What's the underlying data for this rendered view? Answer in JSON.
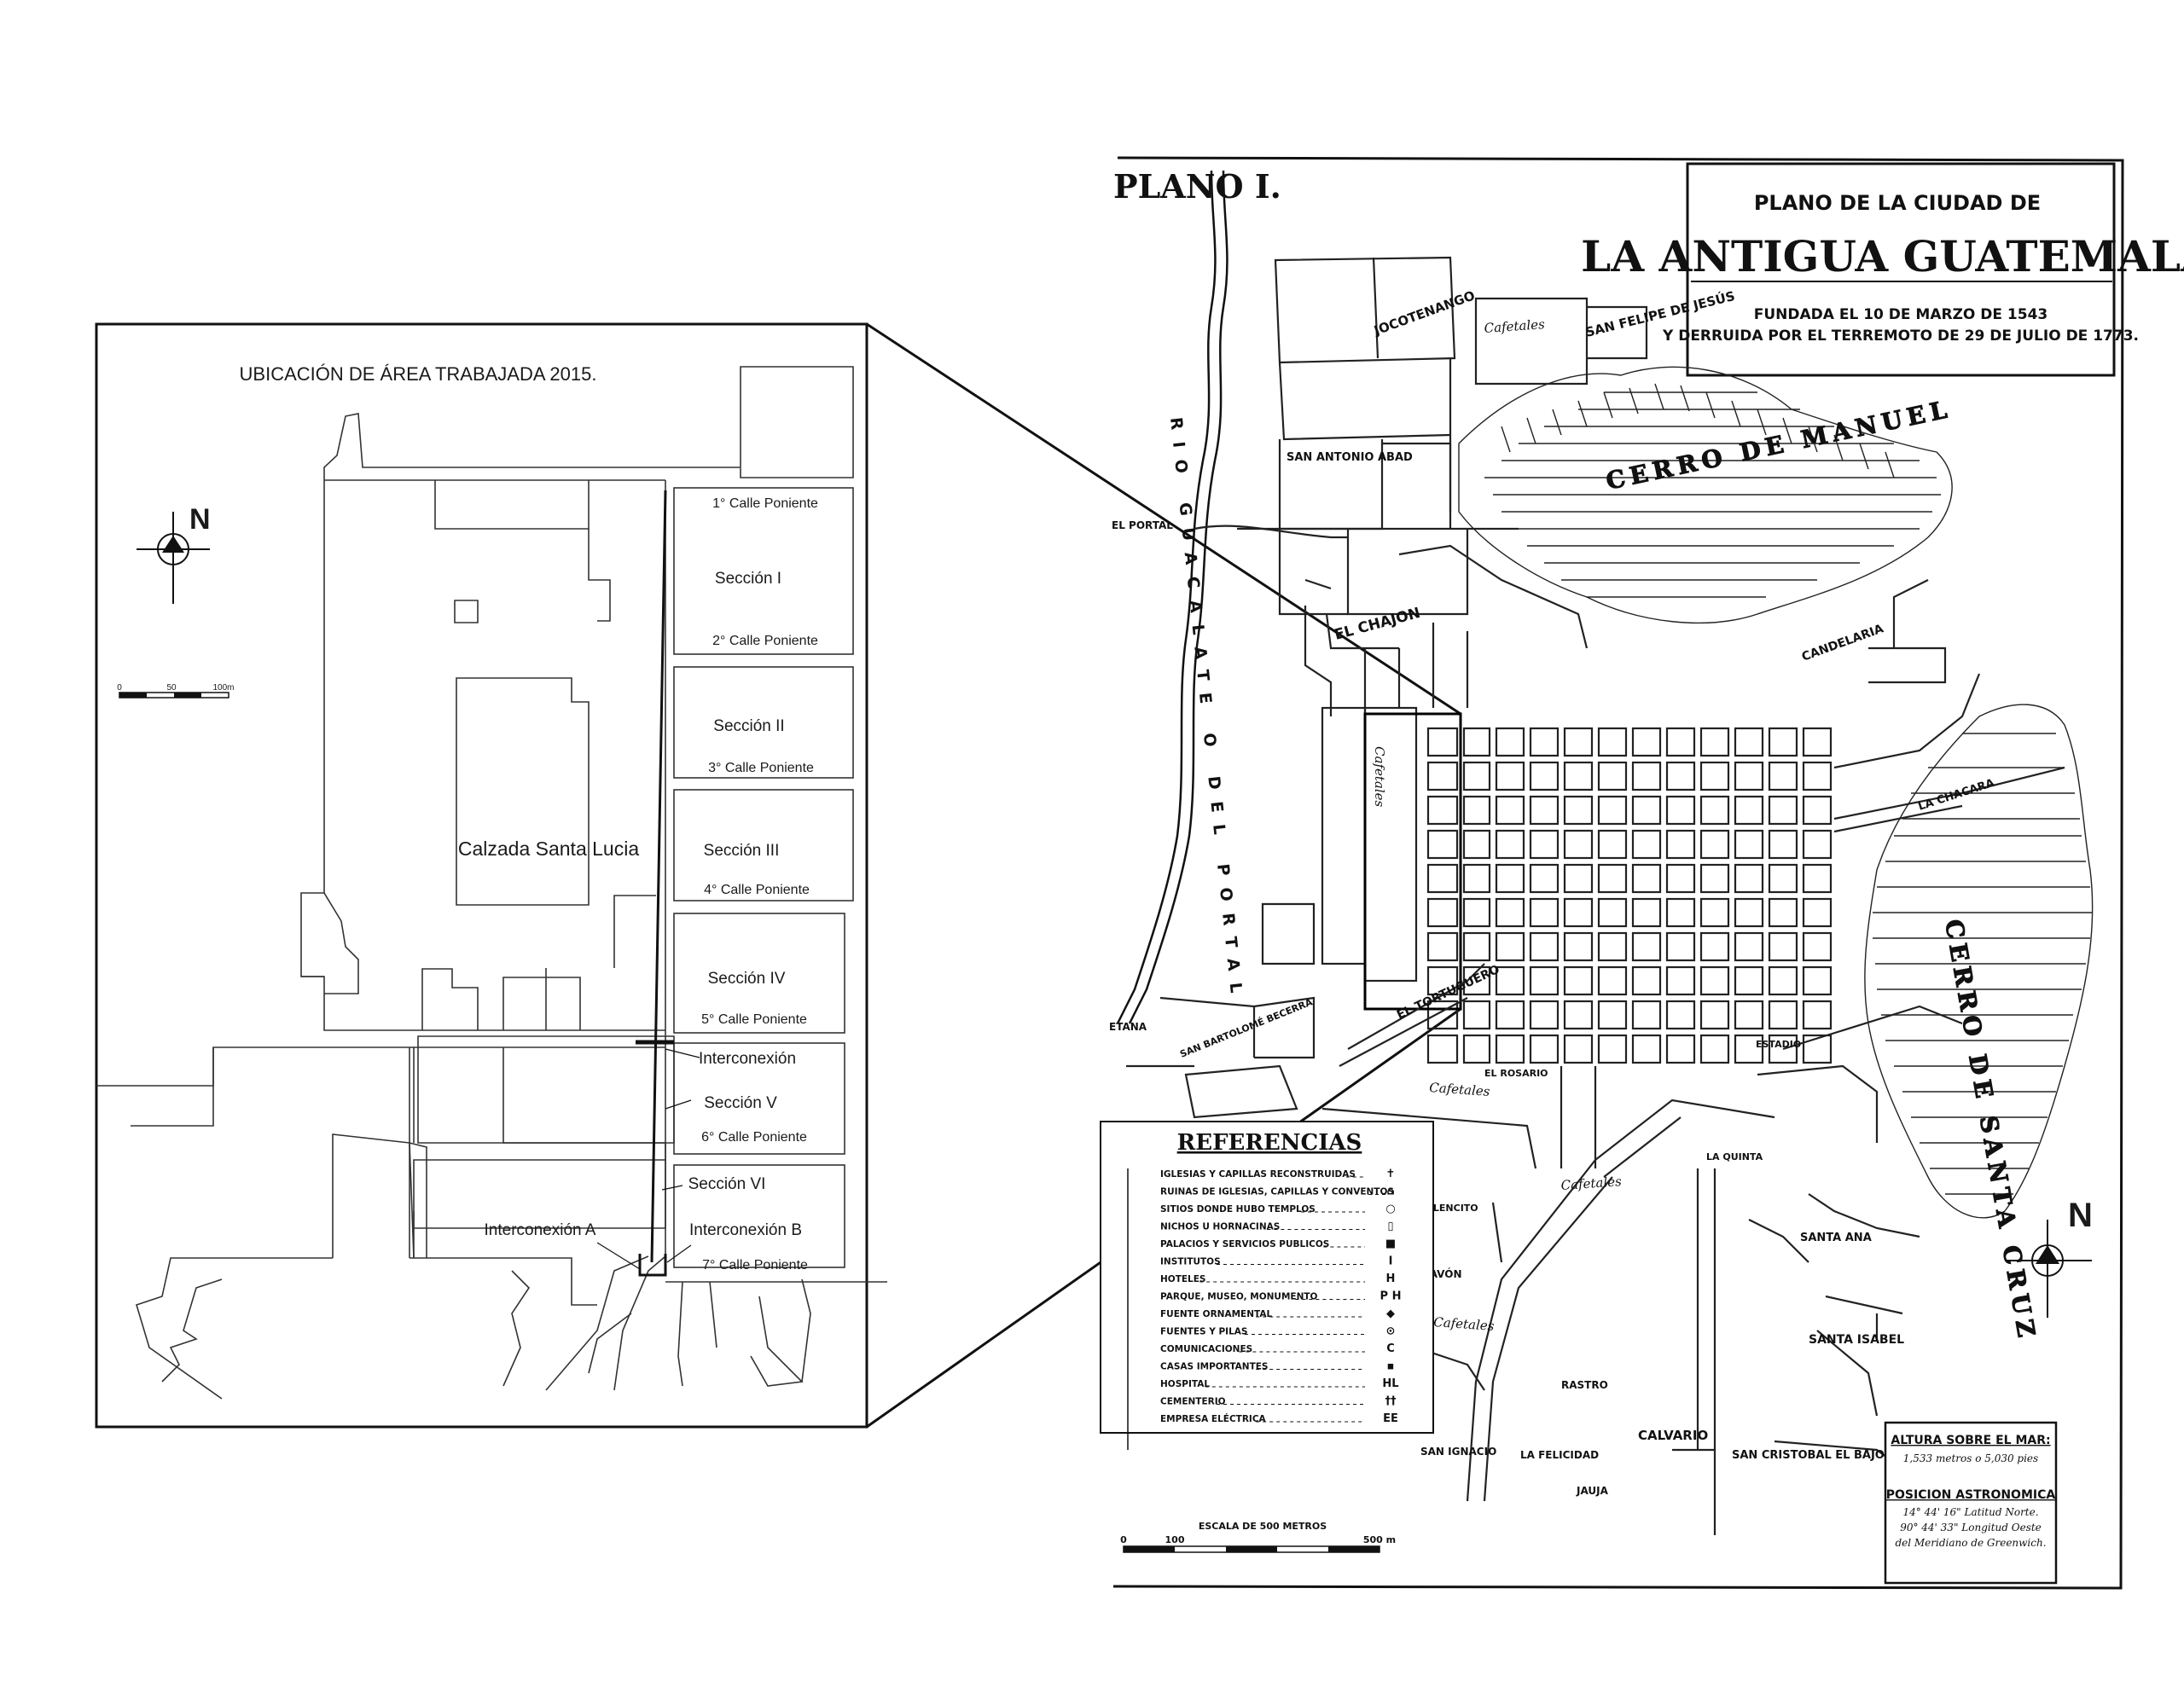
{
  "inset": {
    "title": "UBICACIÓN DE ÁREA TRABAJADA 2015.",
    "north": "N",
    "scale_labels": [
      "0",
      "50",
      "100m"
    ],
    "calzada": "Calzada Santa Lucia",
    "sections": [
      {
        "label": "Sección I",
        "top": "1° Calle Poniente",
        "bottom": "2° Calle Poniente"
      },
      {
        "label": "Sección II",
        "bottom": "3° Calle Poniente"
      },
      {
        "label": "Sección III",
        "bottom": "4° Calle Poniente"
      },
      {
        "label": "Sección IV",
        "bottom": "5° Calle Poniente"
      },
      {
        "label": "Sección V",
        "bottom": "6° Calle Poniente"
      },
      {
        "label": "Sección VI",
        "bottom": "7° Calle Poniente"
      }
    ],
    "interconexion": "Interconexión",
    "interconexion_a": "Interconexión A",
    "interconexion_b": "Interconexión B"
  },
  "map": {
    "plano": "PLANO I.",
    "title_line1": "PLANO DE LA CIUDAD DE",
    "title_line2": "LA ANTIGUA GUATEMALA",
    "subtitle_line1": "FUNDADA EL 10 DE MARZO DE 1543",
    "subtitle_line2": "Y DERRUIDA POR EL TERREMOTO DE 29 DE JULIO DE 1773.",
    "north": "N",
    "rio": "RIO GUACALATE O DEL PORTAL",
    "places": {
      "jocotenango": "JOCOTENANGO",
      "san_felipe": "SAN FELIPE DE JESÚS",
      "san_antonio": "SAN ANTONIO ABAD",
      "el_portal": "EL PORTAL",
      "el_chajon": "EL CHAJON",
      "candelaria": "CANDELARIA",
      "la_chacara": "LA CHACARA",
      "el_tortuguero": "EL TORTUGUERO",
      "santa_ana": "SANTA ANA",
      "santa_isabel": "SANTA ISABEL",
      "calvario": "CALVARIO",
      "san_cristobal": "SAN CRISTOBAL EL BAJO",
      "san_ignacio": "SAN IGNACIO",
      "la_felicidad": "LA FELICIDAD",
      "jauja": "JAUJA",
      "pavon": "PAVÓN",
      "belencito": "BELENCITO",
      "rastro": "RASTRO",
      "estadio": "ESTADIO",
      "el_rosario": "EL ROSARIO",
      "la_quinta": "LA QUINTA",
      "san_bartolome": "SAN BARTOLOMÉ BECERRA",
      "cerro_manuel": "CERRO DE MANUEL",
      "cerro_santa_cruz": "CERRO DE SANTA CRUZ",
      "cafetales": "Cafetales",
      "estacion": "ETANA"
    },
    "references_title": "REFERENCIAS",
    "references": [
      "IGLESIAS Y CAPILLAS RECONSTRUIDAS",
      "RUINAS DE IGLESIAS, CAPILLAS Y CONVENTOS",
      "SITIOS DONDE HUBO TEMPLOS",
      "NICHOS U HORNACINAS",
      "PALACIOS Y SERVICIOS PUBLICOS",
      "INSTITUTOS",
      "HOTELES",
      "PARQUE, MUSEO, MONUMENTO",
      "FUENTE ORNAMENTAL",
      "FUENTES Y PILAS",
      "COMUNICACIONES",
      "CASAS IMPORTANTES",
      "HOSPITAL",
      "CEMENTERIO",
      "EMPRESA ELÉCTRICA"
    ],
    "reference_symbols": [
      "✝",
      "⌂",
      "○",
      "▯",
      "■",
      "I",
      "H",
      "P H",
      "◆",
      "⊙",
      "C",
      "▪",
      "HL",
      "††",
      "EE"
    ],
    "scale_title": "ESCALA DE 500 METROS",
    "scale_labels": [
      "0",
      "100",
      "500 m"
    ],
    "altitude_title": "ALTURA SOBRE EL MAR:",
    "altitude_value": "1,533 metros o 5,030 pies",
    "position_title": "POSICION ASTRONOMICA",
    "position_lines": [
      "14° 44' 16\" Latitud Norte.",
      "90° 44' 33\" Longitud Oeste",
      "del Meridiano de Greenwich."
    ]
  }
}
